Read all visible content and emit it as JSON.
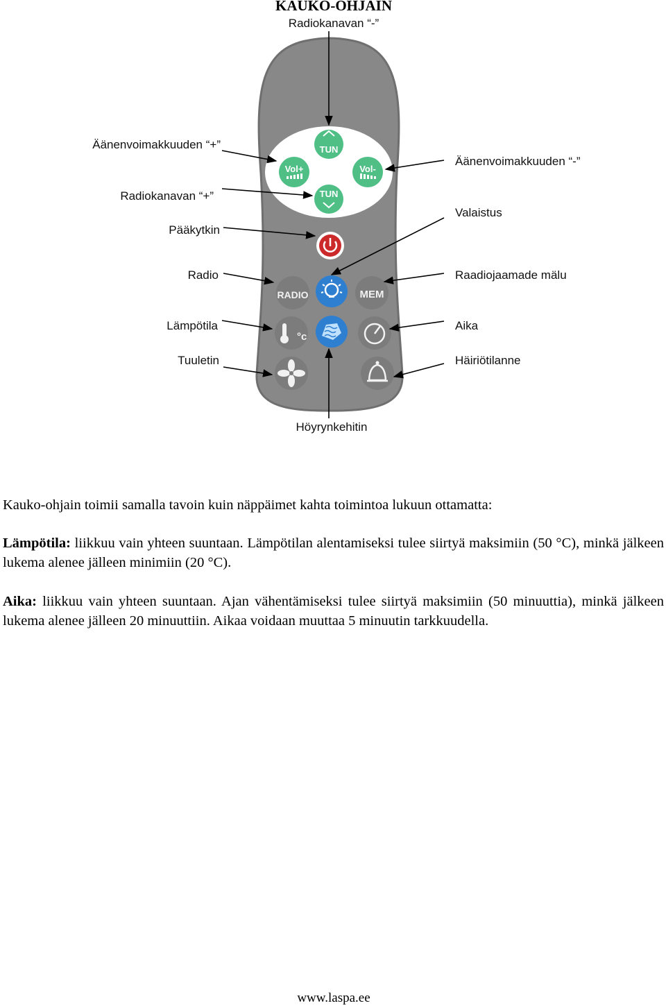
{
  "title": "KAUKO-OHJAIN",
  "subtitle": "Radiokanavan “-”",
  "labels": {
    "vol_plus": "Äänenvoimakkuuden “+”",
    "vol_minus": "Äänenvoimakkuuden “-”",
    "radio_channel_plus": "Radiokanavan “+”",
    "main_switch": "Pääkytkin",
    "lighting": "Valaistus",
    "radio": "Radio",
    "radio_memory": "Raadiojaamade mälu",
    "temperature": "Lämpötila",
    "time": "Aika",
    "fan": "Tuuletin",
    "alarm": "Häiriötilanne",
    "steam_generator": "Höyrynkehitin"
  },
  "remote": {
    "buttons": {
      "tun": "TUN",
      "vol_plus": "Vol+",
      "vol_minus": "Vol-",
      "radio": "RADIO",
      "mem": "MEM",
      "celsius": "°c"
    },
    "colors": {
      "body": "#888888",
      "body_shadow": "#6f6f6f",
      "pad": "#ffffff",
      "green_button": "#4fbf86",
      "power_button": "#cc2a2a",
      "blue_button": "#2e7fd0"
    }
  },
  "intro": "Kauko-ohjain toimii samalla tavoin kuin näppäimet kahta toimintoa lukuun ottamatta:",
  "temperature_para": {
    "heading": "Lämpötila:",
    "text": " liikkuu vain yhteen suuntaan. Lämpötilan alentamiseksi tulee siirtyä maksimiin (50 °C), minkä jälkeen lukema alenee jälleen minimiin (20 °C)."
  },
  "time_para": {
    "heading": "Aika:",
    "text": " liikkuu vain yhteen suuntaan. Ajan vähentämiseksi tulee siirtyä maksimiin (50 minuuttia), minkä jälkeen lukema alenee jälleen 20 minuuttiin. Aikaa voidaan muuttaa 5 minuutin tarkkuudella."
  },
  "footer": "www.laspa.ee"
}
